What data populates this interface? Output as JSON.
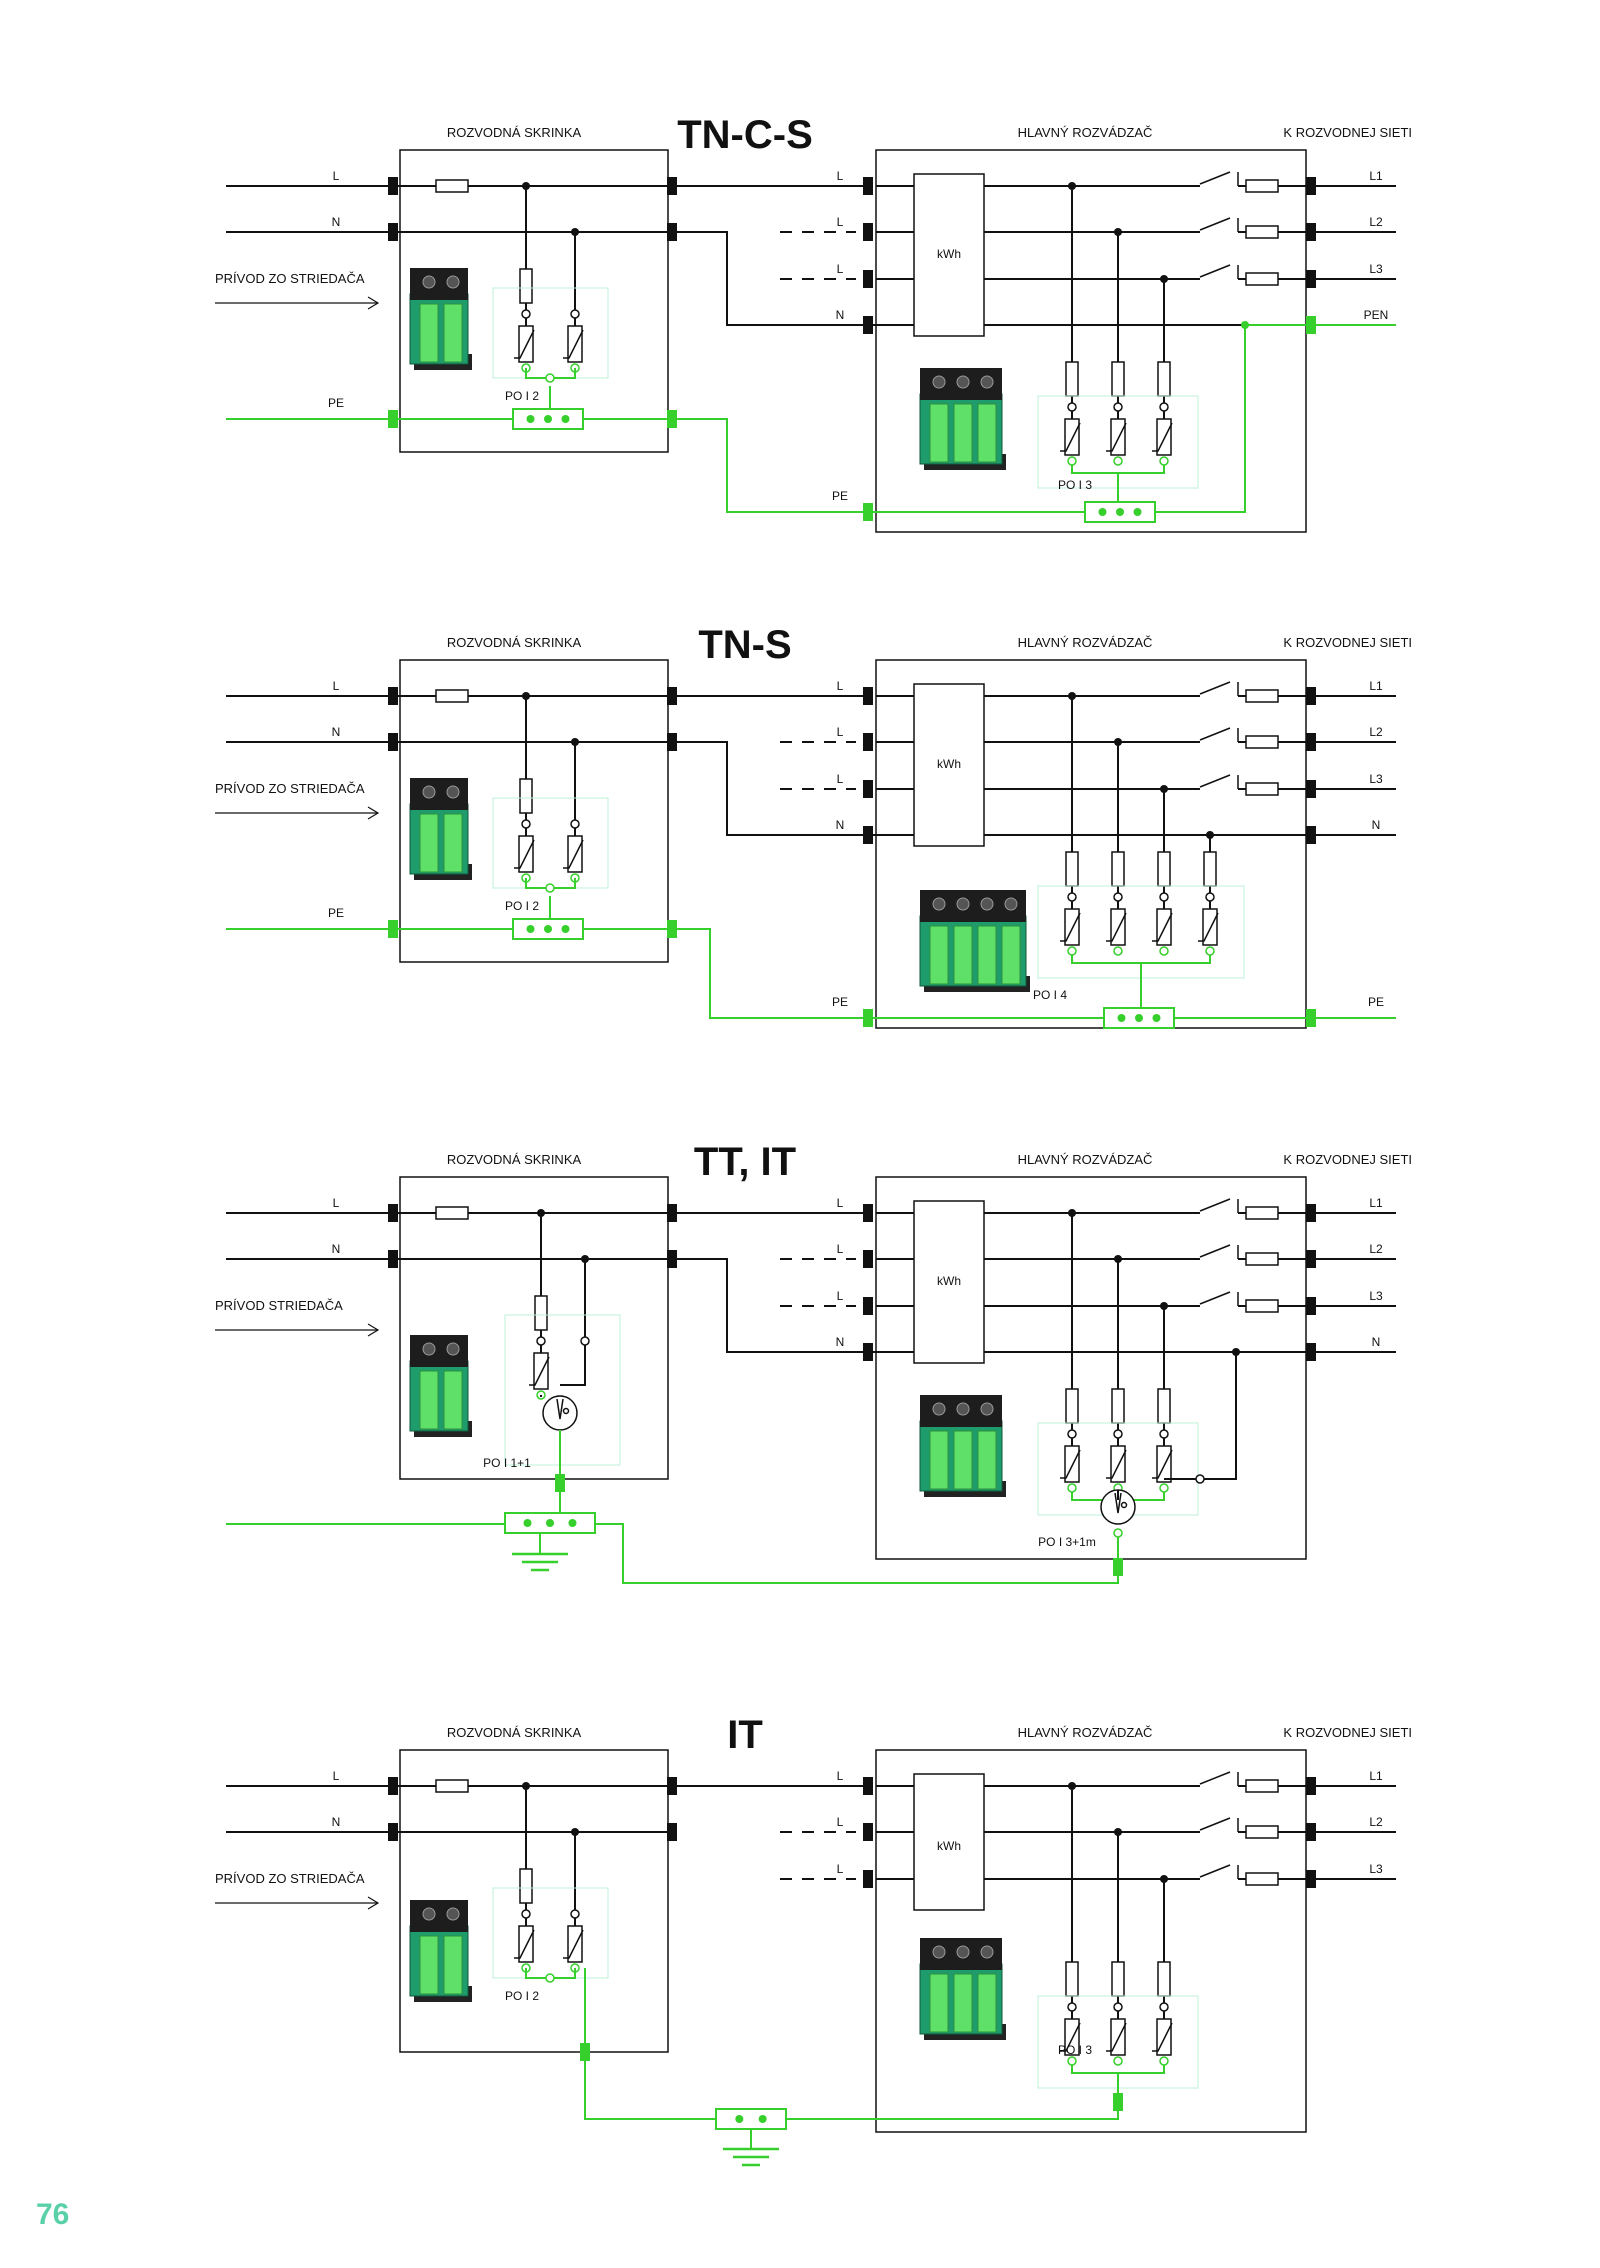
{
  "page_number": "76",
  "colors": {
    "wire": "#111111",
    "earth": "#36cf2b",
    "module_green": "#1e9c6c",
    "page_number": "#5ad0a9"
  },
  "diagrams": [
    {
      "title": "TN-C-S",
      "left_box": "ROZVODNÁ SKRINKA",
      "right_box": "HLAVNÝ ROZVÁDZAČ",
      "network": "K ROZVODNEJ SIETI",
      "supply": "PRÍVOD ZO STRIEDAČA",
      "in_labels": [
        "L",
        "N",
        "PE"
      ],
      "mid_labels": [
        "L",
        "L",
        "L",
        "N",
        "PE"
      ],
      "out_labels": [
        "L1",
        "L2",
        "L3",
        "PEN"
      ],
      "meter": "kWh",
      "spd_left": "PO I 2",
      "spd_right": "PO I 3"
    },
    {
      "title": "TN-S",
      "left_box": "ROZVODNÁ SKRINKA",
      "right_box": "HLAVNÝ ROZVÁDZAČ",
      "network": "K ROZVODNEJ SIETI",
      "supply": "PRÍVOD ZO STRIEDAČA",
      "in_labels": [
        "L",
        "N",
        "PE"
      ],
      "mid_labels": [
        "L",
        "L",
        "L",
        "N",
        "PE"
      ],
      "out_labels": [
        "L1",
        "L2",
        "L3",
        "N",
        "PE"
      ],
      "meter": "kWh",
      "spd_left": "PO I 2",
      "spd_right": "PO I 4"
    },
    {
      "title": "TT, IT",
      "left_box": "ROZVODNÁ SKRINKA",
      "right_box": "HLAVNÝ ROZVÁDZAČ",
      "network": "K ROZVODNEJ SIETI",
      "supply": "PRÍVOD STRIEDAČA",
      "in_labels": [
        "L",
        "N"
      ],
      "mid_labels": [
        "L",
        "L",
        "L",
        "N"
      ],
      "out_labels": [
        "L1",
        "L2",
        "L3",
        "N"
      ],
      "meter": "kWh",
      "spd_left": "PO I 1+1",
      "spd_right": "PO I 3+1m"
    },
    {
      "title": "IT",
      "left_box": "ROZVODNÁ SKRINKA",
      "right_box": "HLAVNÝ ROZVÁDZAČ",
      "network": "K ROZVODNEJ SIETI",
      "supply": "PRÍVOD ZO STRIEDAČA",
      "in_labels": [
        "L",
        "N"
      ],
      "mid_labels": [
        "L",
        "L",
        "L"
      ],
      "out_labels": [
        "L1",
        "L2",
        "L3"
      ],
      "meter": "kWh",
      "spd_left": "PO I 2",
      "spd_right": "PO I 3"
    }
  ]
}
